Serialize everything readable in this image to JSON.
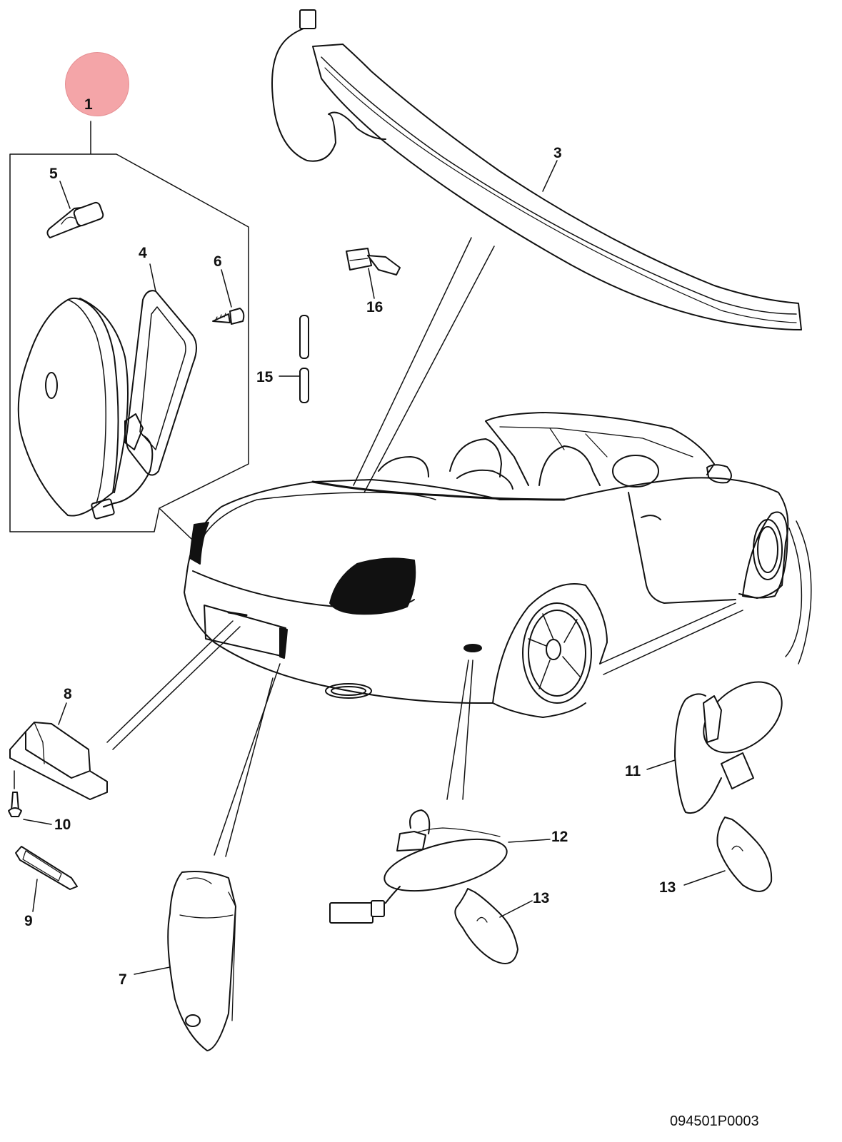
{
  "diagram": {
    "drawing_number": "094501P0003",
    "highlight_color": "#f4a5a8",
    "callouts": [
      {
        "id": "1",
        "label": "1",
        "highlighted": true
      },
      {
        "id": "3",
        "label": "3"
      },
      {
        "id": "4",
        "label": "4"
      },
      {
        "id": "5",
        "label": "5"
      },
      {
        "id": "6",
        "label": "6"
      },
      {
        "id": "7",
        "label": "7"
      },
      {
        "id": "8",
        "label": "8"
      },
      {
        "id": "9",
        "label": "9"
      },
      {
        "id": "10",
        "label": "10"
      },
      {
        "id": "11",
        "label": "11"
      },
      {
        "id": "12",
        "label": "12"
      },
      {
        "id": "13a",
        "label": "13"
      },
      {
        "id": "13b",
        "label": "13"
      },
      {
        "id": "15",
        "label": "15"
      },
      {
        "id": "16",
        "label": "16"
      }
    ]
  }
}
